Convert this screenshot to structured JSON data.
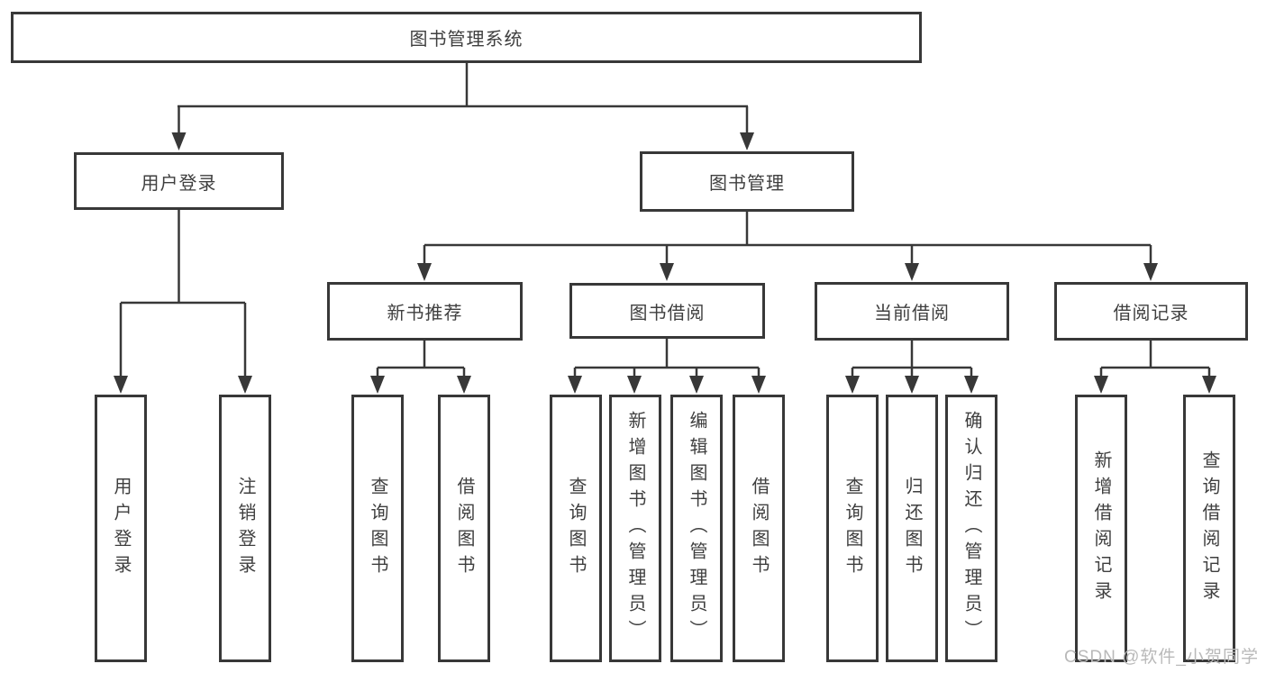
{
  "diagram": {
    "root": {
      "label": "图书管理系统"
    },
    "level2": [
      {
        "label": "用户登录"
      },
      {
        "label": "图书管理"
      }
    ],
    "level3": [
      {
        "label": "新书推荐"
      },
      {
        "label": "图书借阅"
      },
      {
        "label": "当前借阅"
      },
      {
        "label": "借阅记录"
      }
    ],
    "leaves": {
      "user_login": [
        "用户登录",
        "注销登录"
      ],
      "new_book": [
        "查询图书",
        "借阅图书"
      ],
      "book_borrow": [
        "查询图书",
        "新增图书（管理员）",
        "编辑图书（管理员）",
        "借阅图书"
      ],
      "current_borrow": [
        "查询图书",
        "归还图书",
        "确认归还（管理员）"
      ],
      "borrow_record": [
        "新增借阅记录",
        "查询借阅记录"
      ]
    }
  },
  "watermark": "CSDN @软件_小贺同学",
  "colors": {
    "line": "#383838",
    "box_border": "#383838",
    "text": "#3f3f3f",
    "watermark": "#b9b9b9",
    "background": "#ffffff"
  }
}
